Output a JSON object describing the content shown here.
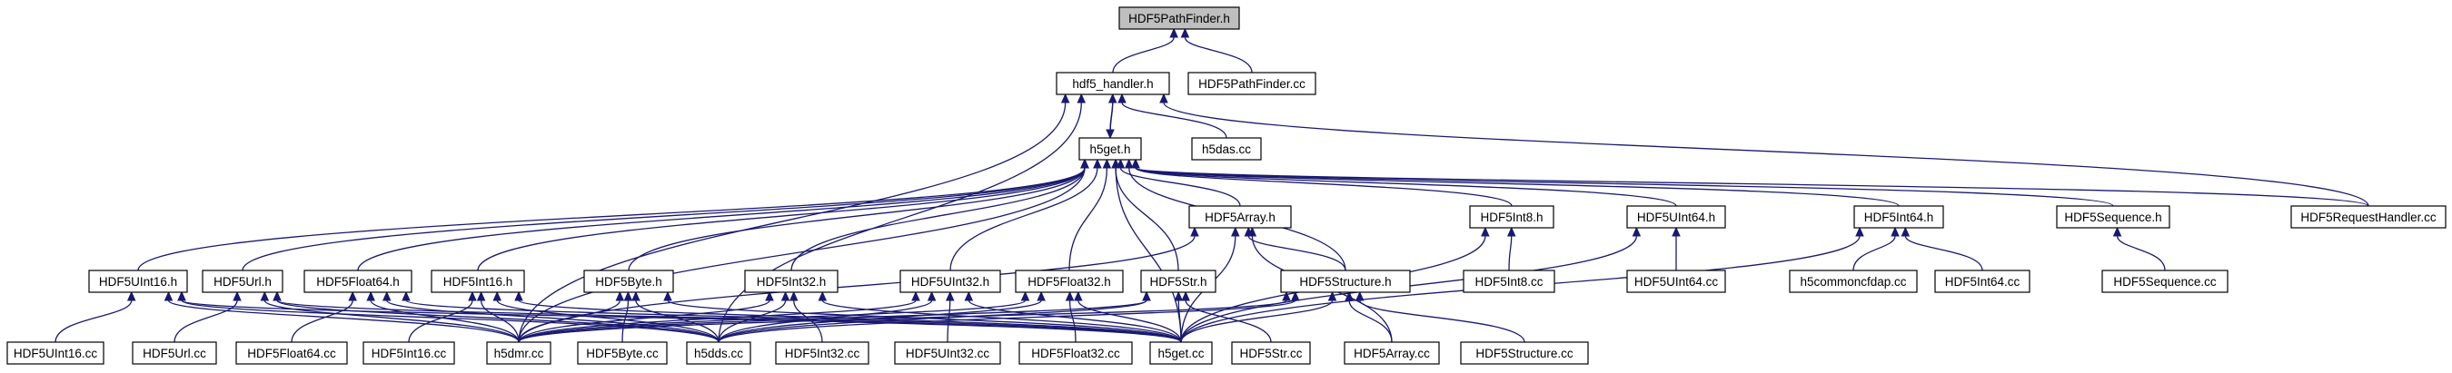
{
  "diagram": {
    "nodes": [
      {
        "id": "root",
        "label": "HDF5PathFinder.h",
        "root": true
      },
      {
        "id": "hdf5_handler_h",
        "label": "hdf5_handler.h"
      },
      {
        "id": "hdf5pathfinder_cc",
        "label": "HDF5PathFinder.cc"
      },
      {
        "id": "h5das_cc",
        "label": "h5das.cc"
      },
      {
        "id": "h5get_h",
        "label": "h5get.h"
      },
      {
        "id": "hdf5array_h",
        "label": "HDF5Array.h"
      },
      {
        "id": "hdf5int8_h",
        "label": "HDF5Int8.h"
      },
      {
        "id": "hdf5uint64_h",
        "label": "HDF5UInt64.h"
      },
      {
        "id": "hdf5int64_h",
        "label": "HDF5Int64.h"
      },
      {
        "id": "hdf5sequence_h",
        "label": "HDF5Sequence.h"
      },
      {
        "id": "hdf5requesthandler_cc",
        "label": "HDF5RequestHandler.cc"
      },
      {
        "id": "hdf5uint16_h",
        "label": "HDF5UInt16.h"
      },
      {
        "id": "hdf5url_h",
        "label": "HDF5Url.h"
      },
      {
        "id": "hdf5float64_h",
        "label": "HDF5Float64.h"
      },
      {
        "id": "hdf5int16_h",
        "label": "HDF5Int16.h"
      },
      {
        "id": "hdf5byte_h",
        "label": "HDF5Byte.h"
      },
      {
        "id": "hdf5int32_h",
        "label": "HDF5Int32.h"
      },
      {
        "id": "hdf5uint32_h",
        "label": "HDF5UInt32.h"
      },
      {
        "id": "hdf5float32_h",
        "label": "HDF5Float32.h"
      },
      {
        "id": "hdf5str_h",
        "label": "HDF5Str.h"
      },
      {
        "id": "hdf5structure_h",
        "label": "HDF5Structure.h"
      },
      {
        "id": "hdf5int8_cc",
        "label": "HDF5Int8.cc"
      },
      {
        "id": "hdf5uint64_cc",
        "label": "HDF5UInt64.cc"
      },
      {
        "id": "h5commoncfdap_cc",
        "label": "h5commoncfdap.cc"
      },
      {
        "id": "hdf5int64_cc",
        "label": "HDF5Int64.cc"
      },
      {
        "id": "hdf5sequence_cc",
        "label": "HDF5Sequence.cc"
      },
      {
        "id": "hdf5uint16_cc",
        "label": "HDF5UInt16.cc"
      },
      {
        "id": "hdf5url_cc",
        "label": "HDF5Url.cc"
      },
      {
        "id": "hdf5float64_cc",
        "label": "HDF5Float64.cc"
      },
      {
        "id": "hdf5int16_cc",
        "label": "HDF5Int16.cc"
      },
      {
        "id": "h5dmr_cc",
        "label": "h5dmr.cc"
      },
      {
        "id": "hdf5byte_cc",
        "label": "HDF5Byte.cc"
      },
      {
        "id": "h5dds_cc",
        "label": "h5dds.cc"
      },
      {
        "id": "hdf5int32_cc",
        "label": "HDF5Int32.cc"
      },
      {
        "id": "hdf5uint32_cc",
        "label": "HDF5UInt32.cc"
      },
      {
        "id": "hdf5float32_cc",
        "label": "HDF5Float32.cc"
      },
      {
        "id": "h5get_cc",
        "label": "h5get.cc"
      },
      {
        "id": "hdf5str_cc",
        "label": "HDF5Str.cc"
      },
      {
        "id": "hdf5array_cc",
        "label": "HDF5Array.cc"
      },
      {
        "id": "hdf5structure_cc",
        "label": "HDF5Structure.cc"
      }
    ]
  }
}
